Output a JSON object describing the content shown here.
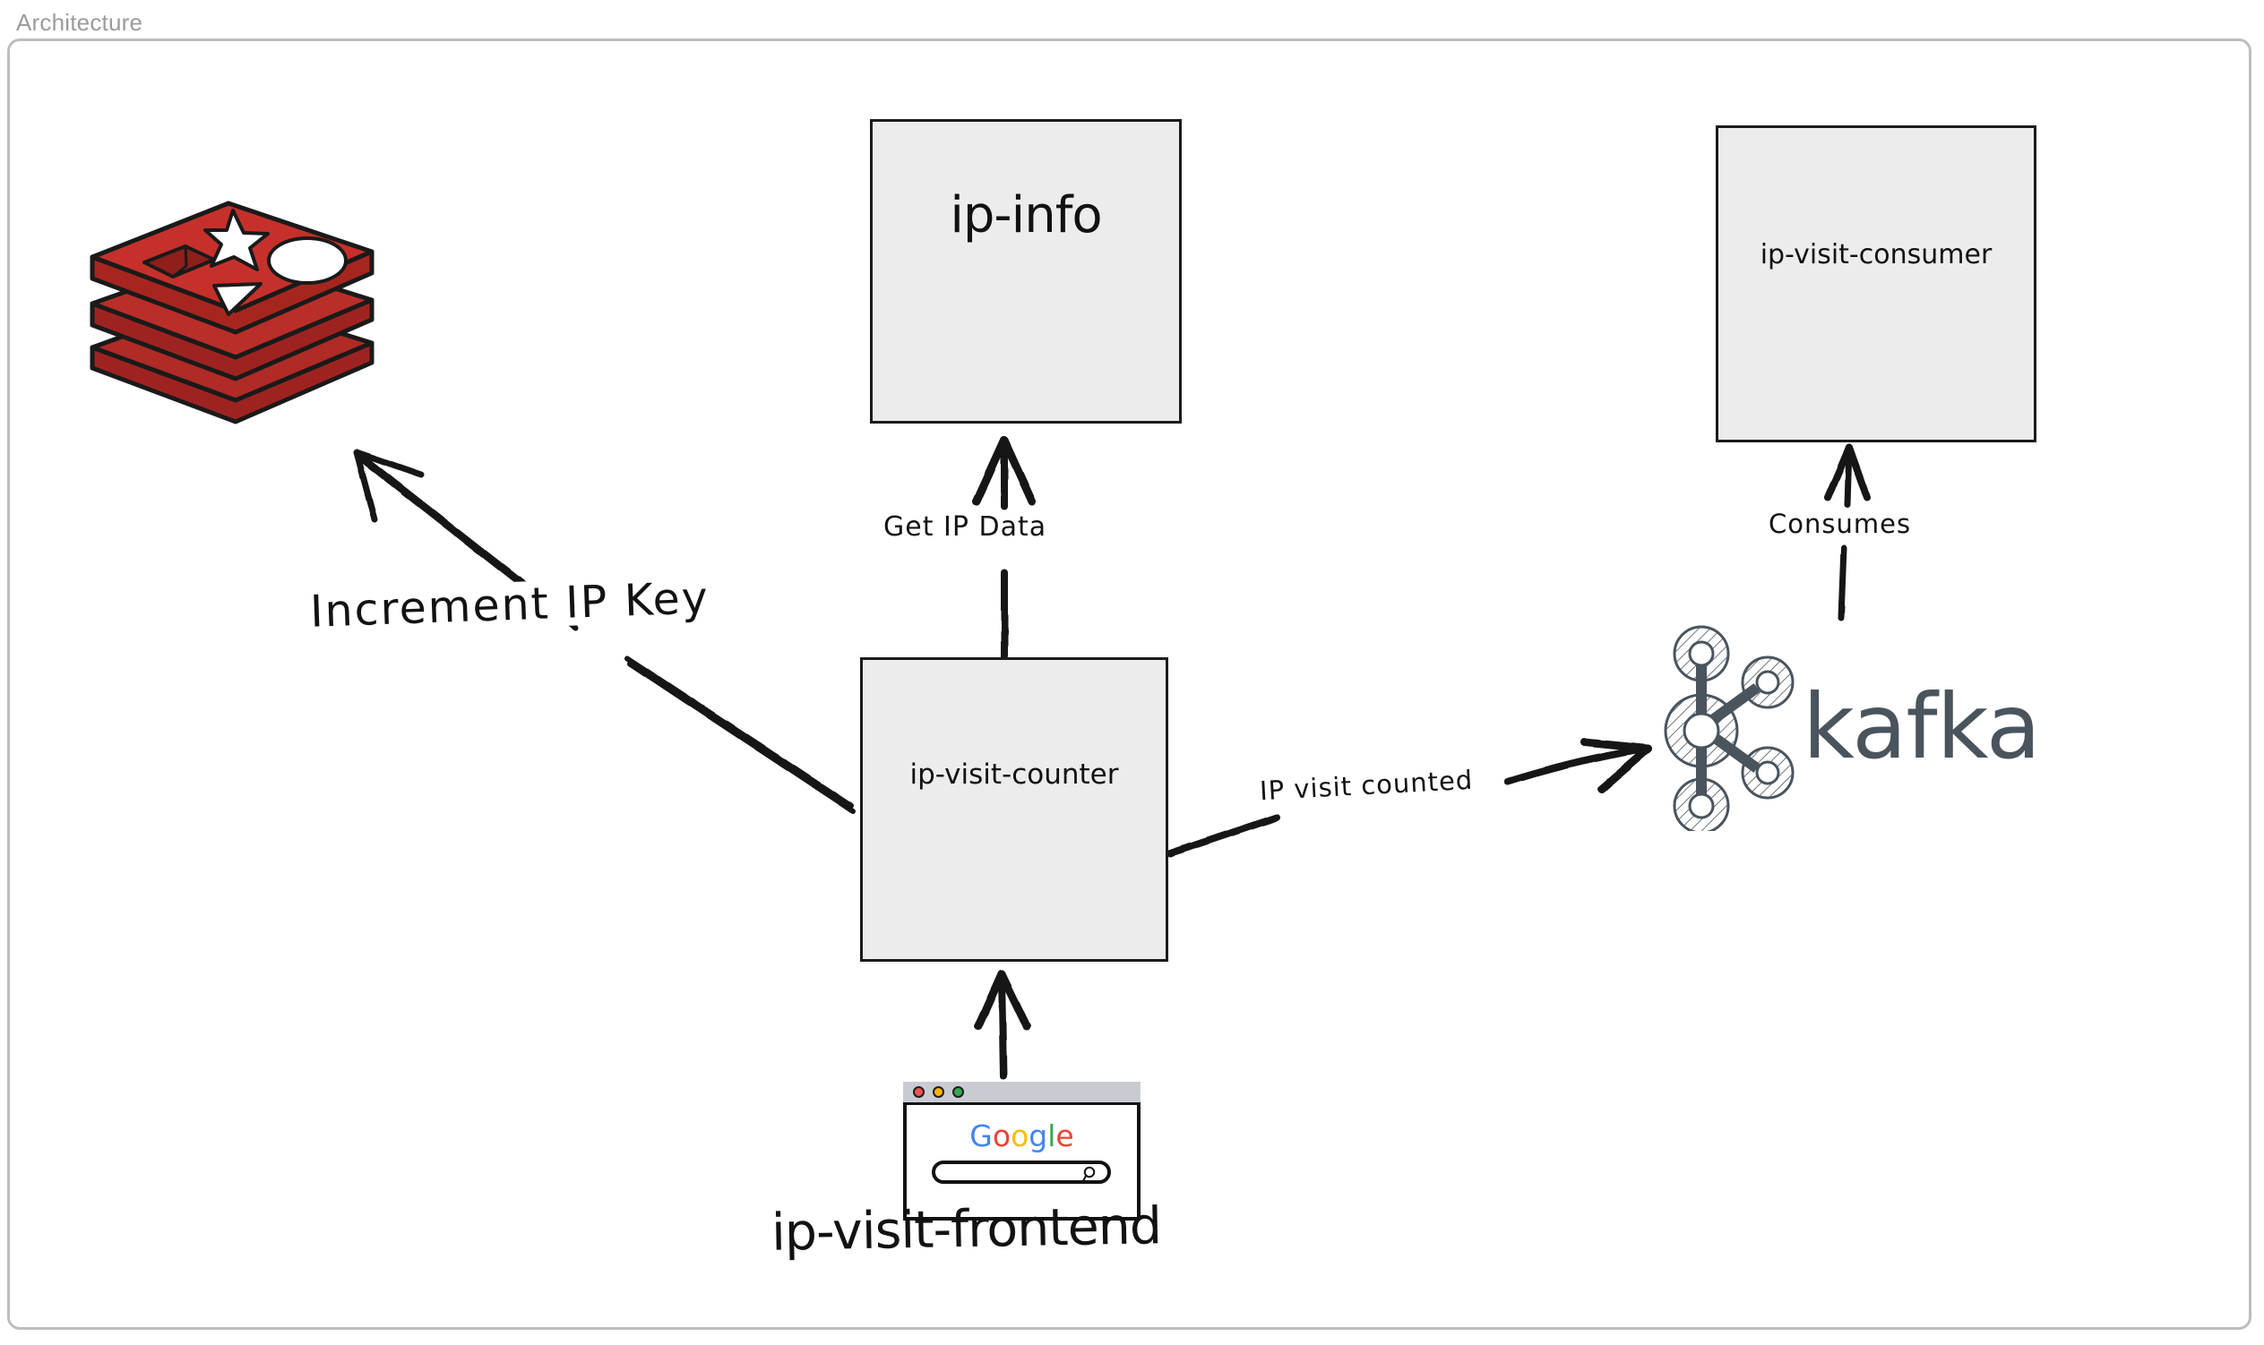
{
  "panel": {
    "title": "Architecture"
  },
  "nodes": [
    {
      "id": "ip-info",
      "label": "ip-info"
    },
    {
      "id": "ip-visit-consumer",
      "label": "ip-visit-consumer"
    },
    {
      "id": "ip-visit-counter",
      "label": "ip-visit-counter"
    }
  ],
  "logos": {
    "redis": {
      "name": "redis-logo",
      "color": "#c6302b",
      "outline": "#1a1a1a"
    },
    "kafka": {
      "name": "kafka-logo",
      "wordmark": "kafka",
      "color": "#4a545c"
    },
    "browser": {
      "name": "ip-visit-frontend-browser-mockup",
      "google_letters": [
        {
          "char": "G",
          "color": "#4285f4"
        },
        {
          "char": "o",
          "color": "#ea4335"
        },
        {
          "char": "o",
          "color": "#fbbc05"
        },
        {
          "char": "g",
          "color": "#4285f4"
        },
        {
          "char": "l",
          "color": "#34a853"
        },
        {
          "char": "e",
          "color": "#ea4335"
        }
      ],
      "titlebar_dots": [
        "red",
        "yellow",
        "green"
      ],
      "search_icon": "magnifier-icon"
    }
  },
  "edges": [
    {
      "id": "increment-ip-key",
      "label": "Increment IP Key",
      "from": "ip-visit-counter",
      "to": "redis"
    },
    {
      "id": "get-ip-data",
      "label": "Get IP Data",
      "from": "ip-visit-counter",
      "to": "ip-info"
    },
    {
      "id": "ip-visit-counted",
      "label": "IP visit counted",
      "from": "ip-visit-counter",
      "to": "kafka"
    },
    {
      "id": "consumes",
      "label": "Consumes",
      "from": "kafka",
      "to": "ip-visit-consumer"
    },
    {
      "id": "frontend-to-counter",
      "label": "",
      "from": "ip-visit-frontend",
      "to": "ip-visit-counter"
    }
  ],
  "captions": {
    "frontend": "ip-visit-frontend"
  }
}
